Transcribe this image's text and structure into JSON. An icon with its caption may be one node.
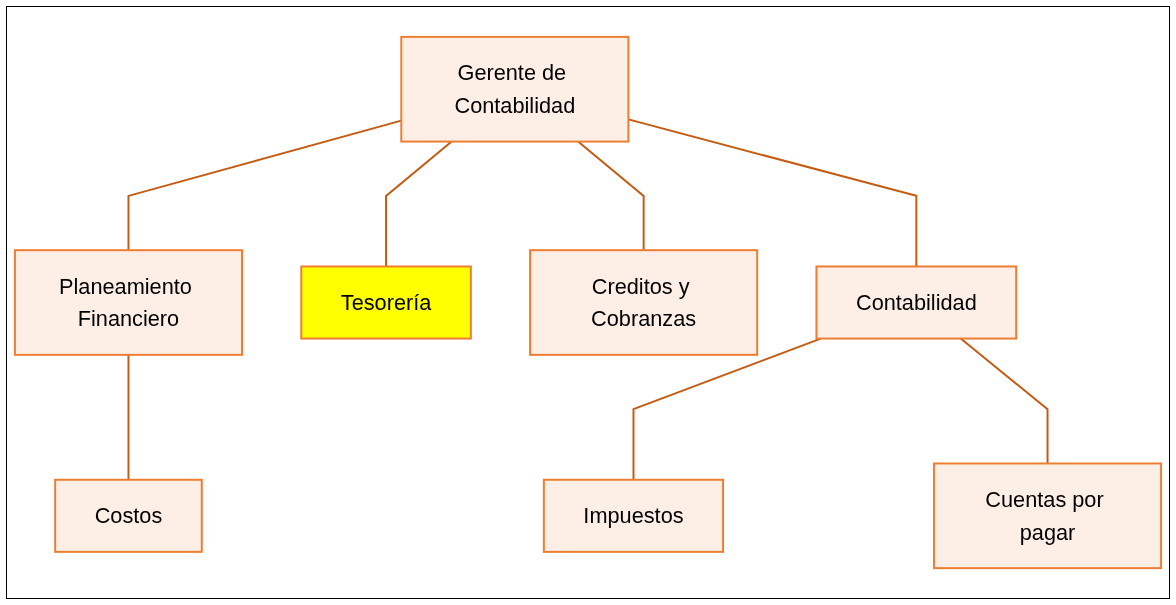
{
  "diagram": {
    "nodes": [
      {
        "text": [
          "Gerente de Contabilidad"
        ]
      },
      {
        "text": [
          "Planeamiento Financiero"
        ]
      },
      {
        "text": [
          "Tesorería"
        ]
      },
      {
        "text": [
          "Creditos y Cobranzas"
        ]
      },
      {
        "text": [
          "Contabilidad"
        ]
      },
      {
        "text": [
          "Costos"
        ]
      },
      {
        "text": [
          "Impuestos"
        ]
      },
      {
        "text": [
          "Cuentas por pagar"
        ]
      }
    ],
    "edges": [
      {
        "from": 0,
        "to": 1,
        "arrow": "none"
      },
      {
        "from": 0,
        "to": 2,
        "arrow": "none"
      },
      {
        "from": 0,
        "to": 3,
        "arrow": "none"
      },
      {
        "from": 0,
        "to": 4,
        "arrow": "none"
      },
      {
        "from": 1,
        "to": 5,
        "arrow": "none"
      },
      {
        "from": 4,
        "to": 6,
        "arrow": "none"
      },
      {
        "from": 4,
        "to": 7,
        "arrow": "none"
      }
    ]
  }
}
